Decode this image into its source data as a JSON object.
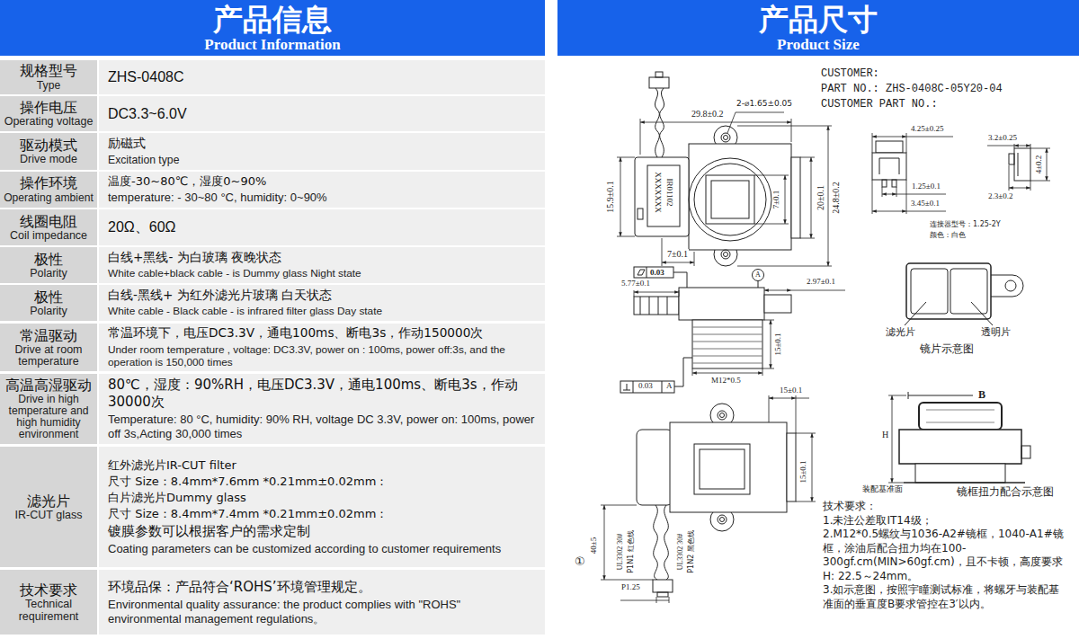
{
  "diagram": {
    "nodes": [
      {
        "text": [
          "产品信息",
          "Product Information"
        ]
      },
      {
        "text": [
          "产品尺寸",
          "Product Size"
        ]
      }
    ],
    "labels": [
      "规格型号",
      "Type",
      "ZHS-0408C",
      "操作电压",
      "Operating voltage",
      "DC3.3~6.0V",
      "驱动模式",
      "Drive mode",
      "励磁式",
      "Excitation type",
      "操作环境",
      "Operating ambient",
      "温度-30~80℃，湿度0~90%",
      "temperature: - 30~80 °C, humidity: 0~90%",
      "线圈电阻",
      "Coil impedance",
      "20Ω、60Ω",
      "极性",
      "Polarity",
      "白线+黑线- 为白玻璃 夜晚状态",
      "White cable+black cable - is Dummy glass  Night state",
      "极性",
      "Polarity",
      "白线-黑线+ 为红外滤光片玻璃 白天状态",
      "White cable - Black cable - is infrared filter glass Day state",
      "常温驱动",
      "Drive at room temperature",
      "常温环境下，电压DC3.3V，通电100ms、断电3s，作动150000次",
      "Under room temperature , voltage: DC3.3V, power on : 100ms, power off:3s, and the operation is 150,000 times",
      "高温高湿驱动",
      "Drive in high temperature and high humidity environment",
      "80℃，湿度：90%RH，电压DC3.3V，通电100ms、断电3s，作动30000次",
      "Temperature: 80 °C, humidity: 90% RH, voltage DC 3.3V,   power on: 100ms, power off 3s,Acting 30,000 times",
      "滤光片",
      "IR-CUT glass",
      "红外滤光片IR-CUT filter",
      "尺寸 Size：8.4mm*7.6mm *0.21mm±0.02mm：",
      "白片滤光片Dummy glass",
      "尺寸 Size：8.4mm*7.4mm *0.21mm±0.02mm：",
      "镀膜参数可以根据客户的需求定制",
      "Coating parameters can be customized according to customer requirements",
      "技术要求",
      "Technical requirement",
      "环境品保：产品符合‘ROHS’环境管理规定。",
      "Environmental quality assurance: the product complies with \"ROHS\" environmental management regulations。",
      "CUSTOMER:",
      "PART NO.: ZHS-0408C-05Y20-04",
      "CUSTOMER PART NO.:",
      "29.8±0.2",
      "2-⌀1.65±0.05",
      "15.9±0.1",
      "IR01102",
      "XXXXXXX",
      "7±0.1",
      "20±0.1",
      "24.8±0.2",
      "7±0.1",
      "4.25±0.25",
      "3.2±0.25",
      "4±0.2",
      "1.25±0.1",
      "3.45±0.1",
      "2.3±0.2",
      "连接器型号：1.25-2Y",
      "颜色：白色",
      "0.03",
      "5.77±0.1",
      "A",
      "2.97±0.1",
      "15±0.1",
      "M12*0.5",
      "0.03",
      "A",
      "15±0.1",
      "15±0.1",
      "40±5",
      "UL3302 30#",
      "P1N1 红色线",
      "UL3302 30#",
      "P1N2 黑色线",
      "P1.25",
      "①",
      "滤光片",
      "透明片",
      "镜片示意图",
      "B",
      "H",
      "装配基准面",
      "镜框扭力配合示意图",
      "技术要求：",
      "1.未注公差取IT14级；",
      "2.M12*0.5螺纹与1036-A2#镜框，1040-A1#镜框，涂油后配合扭力均在100-300gf.cm(MIN>60gf.cm)，且不卡顿，高度要求H: 22.5～24mm。",
      "3.如示意图，按照宇瞳测试标准，将螺牙与装配基准面的垂直度B要求管控在3′以内。"
    ]
  }
}
